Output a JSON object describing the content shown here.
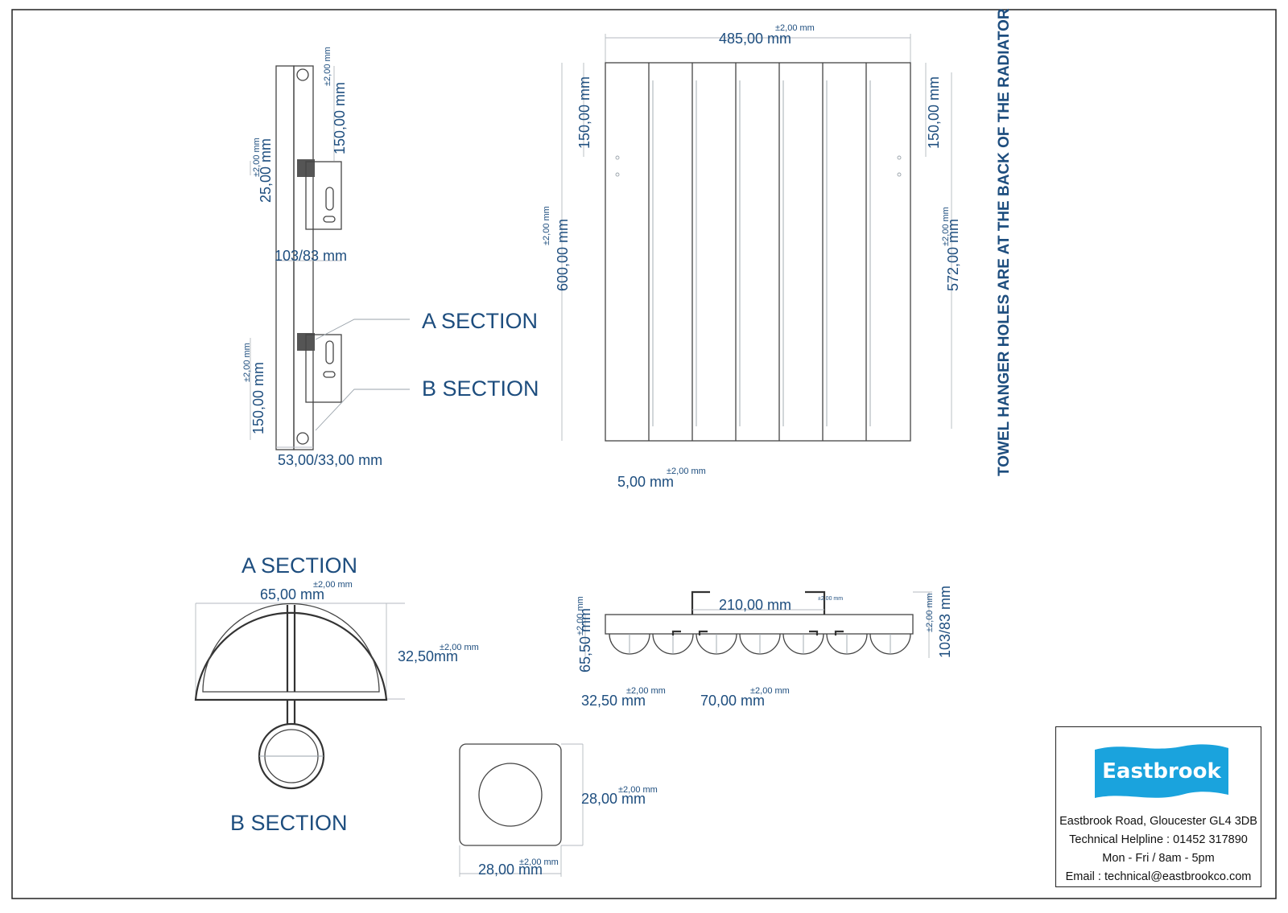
{
  "top_view": {
    "width": "485,00 mm",
    "width_tol": "±2,00 mm",
    "height": "600,00 mm",
    "height_tol": "±2,00 mm",
    "left_hole_offset": "150,00 mm",
    "right_hole_offset": "150,00 mm",
    "centres": "572,00 mm",
    "centres_tol": "±2,00 mm",
    "gap": "5,00 mm",
    "gap_tol": "±2,00 mm"
  },
  "side_view": {
    "top_offset": "150,00 mm",
    "top_offset_tol": "±2,00 mm",
    "bracket": "25,00 mm",
    "bracket_tol": "±2,00 mm",
    "depth": "103/83 mm",
    "bottom_offset": "150,00 mm",
    "bottom_offset_tol": "±2,00 mm",
    "wall_distance": "53,00/33,00 mm",
    "a_section_label": "A SECTION",
    "b_section_label": "B SECTION"
  },
  "a_section": {
    "title": "A SECTION",
    "width": "65,00 mm",
    "width_tol": "±2,00 mm",
    "height": "32,50mm",
    "height_tol": "±2,00 mm"
  },
  "b_section": {
    "title": "B SECTION",
    "size_vertical": "28,00 mm",
    "size_vertical_tol": "±2,00 mm",
    "size_horizontal": "28,00 mm",
    "size_horizontal_tol": "±2,00 mm"
  },
  "plan_view": {
    "bracket_centres": "210,00 mm",
    "bracket_centres_tol": "±2,00 mm",
    "depth_left": "65,50 mm",
    "depth_left_tol": "±2,00 mm",
    "depth_right": "103/83 mm",
    "depth_right_tol": "±2,00 mm",
    "end_offset": "32,50 mm",
    "end_offset_tol": "±2,00 mm",
    "pitch": "70,00 mm",
    "pitch_tol": "±2,00 mm"
  },
  "note": "TOWEL HANGER HOLES ARE AT THE BACK OF THE RADIATOR",
  "title_block": {
    "logo_text": "Eastbrook",
    "address": "Eastbrook Road, Gloucester GL4 3DB",
    "helpline": "Technical Helpline : 01452 317890",
    "hours": "Mon - Fri / 8am - 5pm",
    "email": "Email : technical@eastbrookco.com",
    "logo_color": "#1aa3dd"
  }
}
